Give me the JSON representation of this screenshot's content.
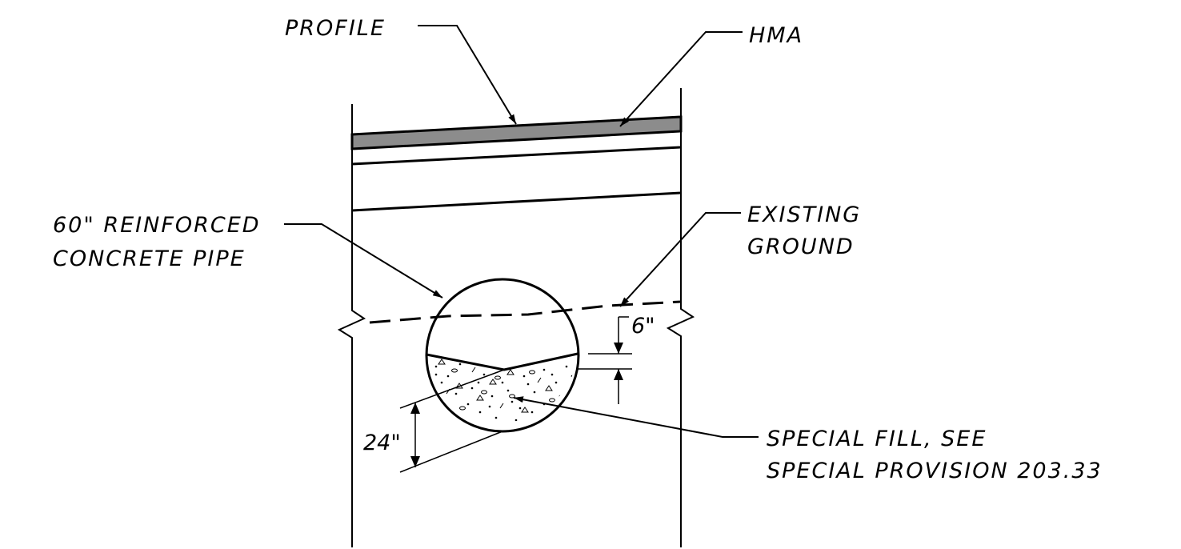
{
  "labels": {
    "profile": "PROFILE",
    "hma": "HMA",
    "pipe_line1": "60\" REINFORCED",
    "pipe_line2": "CONCRETE  PIPE",
    "existing_line1": "EXISTING",
    "existing_line2": "GROUND",
    "fill_line1": "SPECIAL FILL, SEE",
    "fill_line2": "SPECIAL PROVISION 203.33"
  },
  "dimensions": {
    "bedding_depth": "6\"",
    "fill_depth": "24\""
  },
  "colors": {
    "ink": "#000000",
    "hma_fill": "#8c8c8c",
    "paper": "#ffffff"
  }
}
